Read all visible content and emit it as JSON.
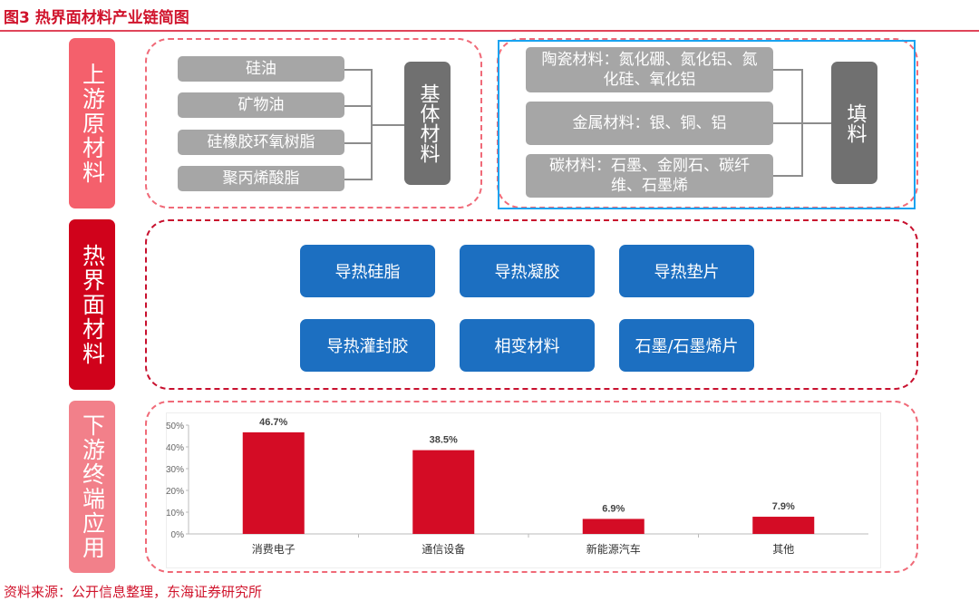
{
  "title": "图3  热界面材料产业链简图",
  "sections": {
    "upstream": "上游原材料",
    "tim": "热界面材料",
    "downstream": "下游终端应用"
  },
  "base": {
    "label": "基体材料",
    "items": [
      "硅油",
      "矿物油",
      "硅橡胶环氧树脂",
      "聚丙烯酸脂"
    ]
  },
  "filler": {
    "label": "填料",
    "items": [
      "陶瓷材料：氮化硼、氮化铝、氮化硅、氧化铝",
      "金属材料：银、铜、铝",
      "碳材料：石墨、金刚石、碳纤维、石墨烯"
    ]
  },
  "products": [
    "导热硅脂",
    "导热凝胶",
    "导热垫片",
    "导热灌封胶",
    "相变材料",
    "石墨/石墨烯片"
  ],
  "colors": {
    "upstream": "#f4606c",
    "tim": "#d0021b",
    "downstream": "#f2808a",
    "bar": "#d40c25",
    "button": "#1c6fc1"
  },
  "chart_data": {
    "type": "bar",
    "categories": [
      "消费电子",
      "通信设备",
      "新能源汽车",
      "其他"
    ],
    "values": [
      46.7,
      38.5,
      6.9,
      7.9
    ],
    "labels": [
      "46.7%",
      "38.5%",
      "6.9%",
      "7.9%"
    ],
    "yticks": [
      "0%",
      "10%",
      "20%",
      "30%",
      "40%",
      "50%"
    ],
    "ylim": [
      0,
      50
    ],
    "title": "",
    "xlabel": "",
    "ylabel": ""
  },
  "footer": "资料来源：公开信息整理，东海证券研究所"
}
